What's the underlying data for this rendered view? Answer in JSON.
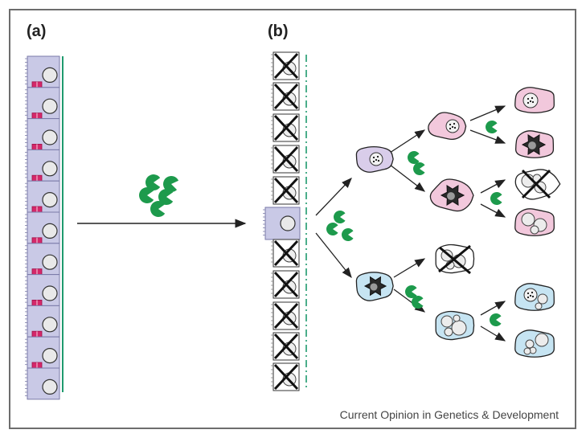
{
  "panels": {
    "a_label": "(a)",
    "b_label": "(b)"
  },
  "caption": "Current Opinion in Genetics & Development",
  "colors": {
    "border": "#6d6d6d",
    "epithelium": "#c9c9e6",
    "junction": "#d4286a",
    "membrane_line": "#1f9a6e",
    "pacman": "#1d9a4c",
    "lavender_cell": "#d9cdea",
    "pink_cell": "#f2c8dc",
    "blue_cell": "#c6e4f2",
    "dead_cell": "#ffffff"
  },
  "icons": [
    "pacman-icon",
    "arrow-icon",
    "cross-icon",
    "nucleus-icon"
  ]
}
